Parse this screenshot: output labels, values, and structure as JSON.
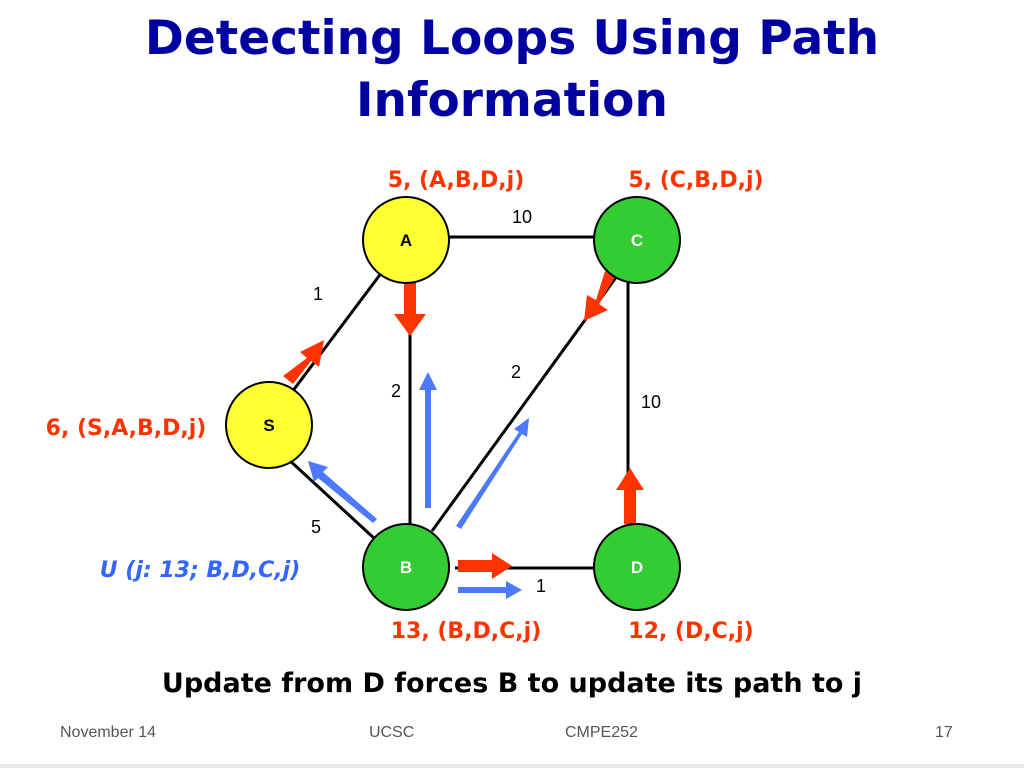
{
  "title": {
    "line1": "Detecting Loops Using Path",
    "line2": "Information"
  },
  "nodes": {
    "A": {
      "label": "A",
      "color": "#ffff33",
      "annotation": "5, (A,B,D,j)"
    },
    "C": {
      "label": "C",
      "color": "#33cc33",
      "annotation": "5, (C,B,D,j)"
    },
    "S": {
      "label": "S",
      "color": "#ffff33",
      "annotation": "6, (S,A,B,D,j)"
    },
    "B": {
      "label": "B",
      "color": "#33cc33",
      "annotation": "13, (B,D,C,j)"
    },
    "D": {
      "label": "D",
      "color": "#33cc33",
      "annotation": "12, (D,C,j)"
    }
  },
  "edges": {
    "A_C": "10",
    "S_A": "1",
    "A_B": "2",
    "B_C": "2",
    "C_D": "10",
    "S_B": "5",
    "B_D": "1"
  },
  "update_message": "U (j: 13; B,D,C,j)",
  "caption": "Update from D forces B to  update its path to j",
  "footer": {
    "date": "November 14",
    "org": "UCSC",
    "course": "CMPE252",
    "page": "17"
  },
  "colors": {
    "title": "#0000a0",
    "annotation": "#ff3300",
    "update": "#3366ff",
    "red_arrow": "#ff3300",
    "blue_arrow": "#4d79ff"
  }
}
